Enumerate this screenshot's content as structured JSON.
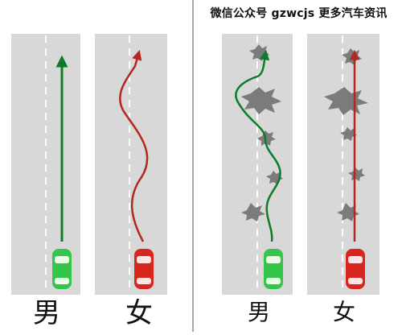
{
  "watermark": "微信公众号 gzwcjs 更多汽车资讯",
  "panels": [
    {
      "label": "男",
      "path_color": "#0f7a2a",
      "car": "green-car",
      "path": "straight",
      "obstacles": false
    },
    {
      "label": "女",
      "path_color": "#b3281e",
      "car": "red-car",
      "path": "wavy",
      "obstacles": false
    },
    {
      "label": "男",
      "path_color": "#0f7a2a",
      "car": "green-car",
      "path": "swerving",
      "obstacles": true
    },
    {
      "label": "女",
      "path_color": "#b3281e",
      "car": "red-car",
      "path": "straight",
      "obstacles": true
    }
  ],
  "colors": {
    "road": "#d8d8d8",
    "lane_line": "#ffffff",
    "divider": "#8a8a8a",
    "obstacle": "#7b7b7b",
    "green_car": "#35c54a",
    "red_car": "#d7261e"
  }
}
